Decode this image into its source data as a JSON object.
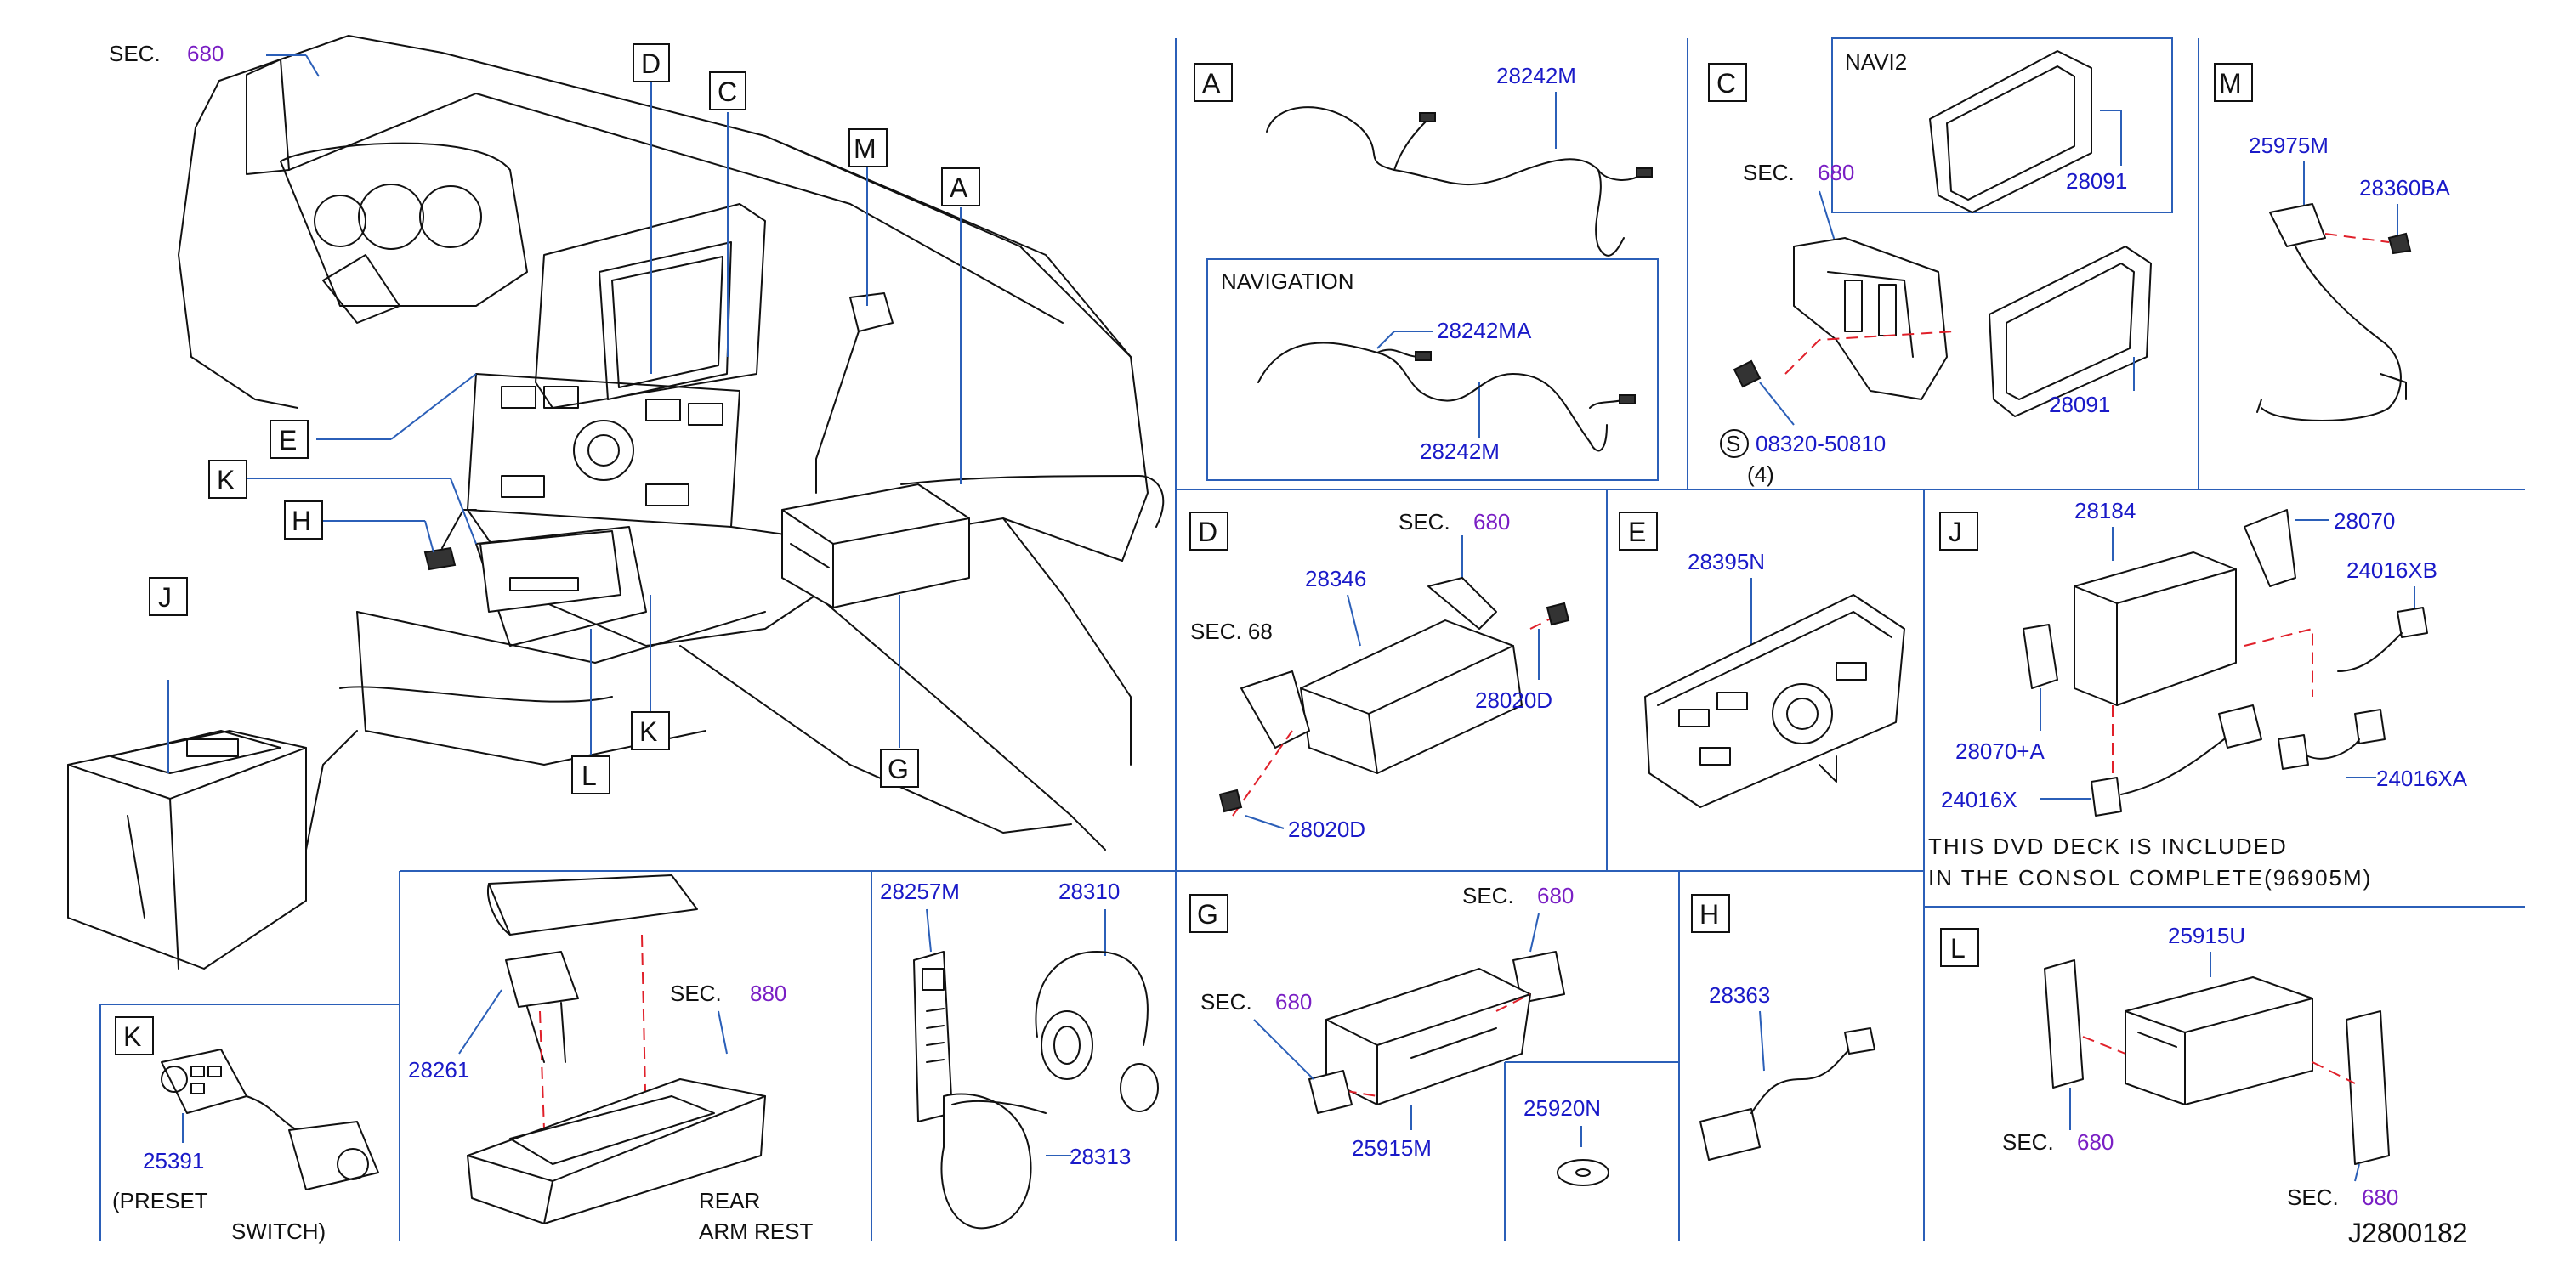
{
  "diagram_id": "J2800182",
  "sec_prefix": "SEC.",
  "main": {
    "sec_num": "680",
    "callouts": {
      "D": "D",
      "C": "C",
      "M": "M",
      "A": "A",
      "E": "E",
      "K": "K",
      "H": "H",
      "J": "J",
      "L": "L",
      "K2": "K",
      "G": "G"
    },
    "partial_text": "SEC. 68"
  },
  "panel_A": {
    "letter": "A",
    "part_top": "28242M",
    "nav_title": "NAVIGATION",
    "part_nav1": "28242MA",
    "part_nav2": "28242M"
  },
  "panel_C": {
    "letter": "C",
    "navi_title": "NAVI2",
    "part_upper": "28091",
    "sec_num": "680",
    "part_lower": "28091",
    "s_symbol": "S",
    "screw_part": "08320-50810",
    "screw_qty": "(4)"
  },
  "panel_M": {
    "letter": "M",
    "part1": "25975M",
    "part2": "28360BA"
  },
  "panel_D": {
    "letter": "D",
    "sec_num": "680",
    "part1": "28346",
    "part2": "28020D",
    "part3": "28020D"
  },
  "panel_E": {
    "letter": "E",
    "part1": "28395N"
  },
  "panel_J": {
    "letter": "J",
    "part1": "28184",
    "part2": "28070",
    "part3": "24016XB",
    "part4": "28070+A",
    "part5": "24016X",
    "part6": "24016XA",
    "note_line1": "THIS  DVD  DECK  IS  INCLUDED",
    "note_line2": "IN  THE  CONSOL  COMPLETE(96905M)"
  },
  "panel_K": {
    "letter": "K",
    "part1": "25391",
    "caption_line1": "(PRESET",
    "caption_line2": "SWITCH)"
  },
  "panel_armrest": {
    "part1": "28261",
    "sec_num": "880",
    "caption_line1": "REAR",
    "caption_line2": "ARM   REST"
  },
  "panel_remote": {
    "part1": "28257M",
    "part2": "28310",
    "part3": "28313"
  },
  "panel_G": {
    "letter": "G",
    "sec_num_right": "680",
    "sec_num_left": "680",
    "part1": "25915M",
    "part2": "25920N"
  },
  "panel_H": {
    "letter": "H",
    "part1": "28363"
  },
  "panel_L": {
    "letter": "L",
    "part1": "25915U",
    "sec_num_left": "680",
    "sec_num_right": "680"
  }
}
